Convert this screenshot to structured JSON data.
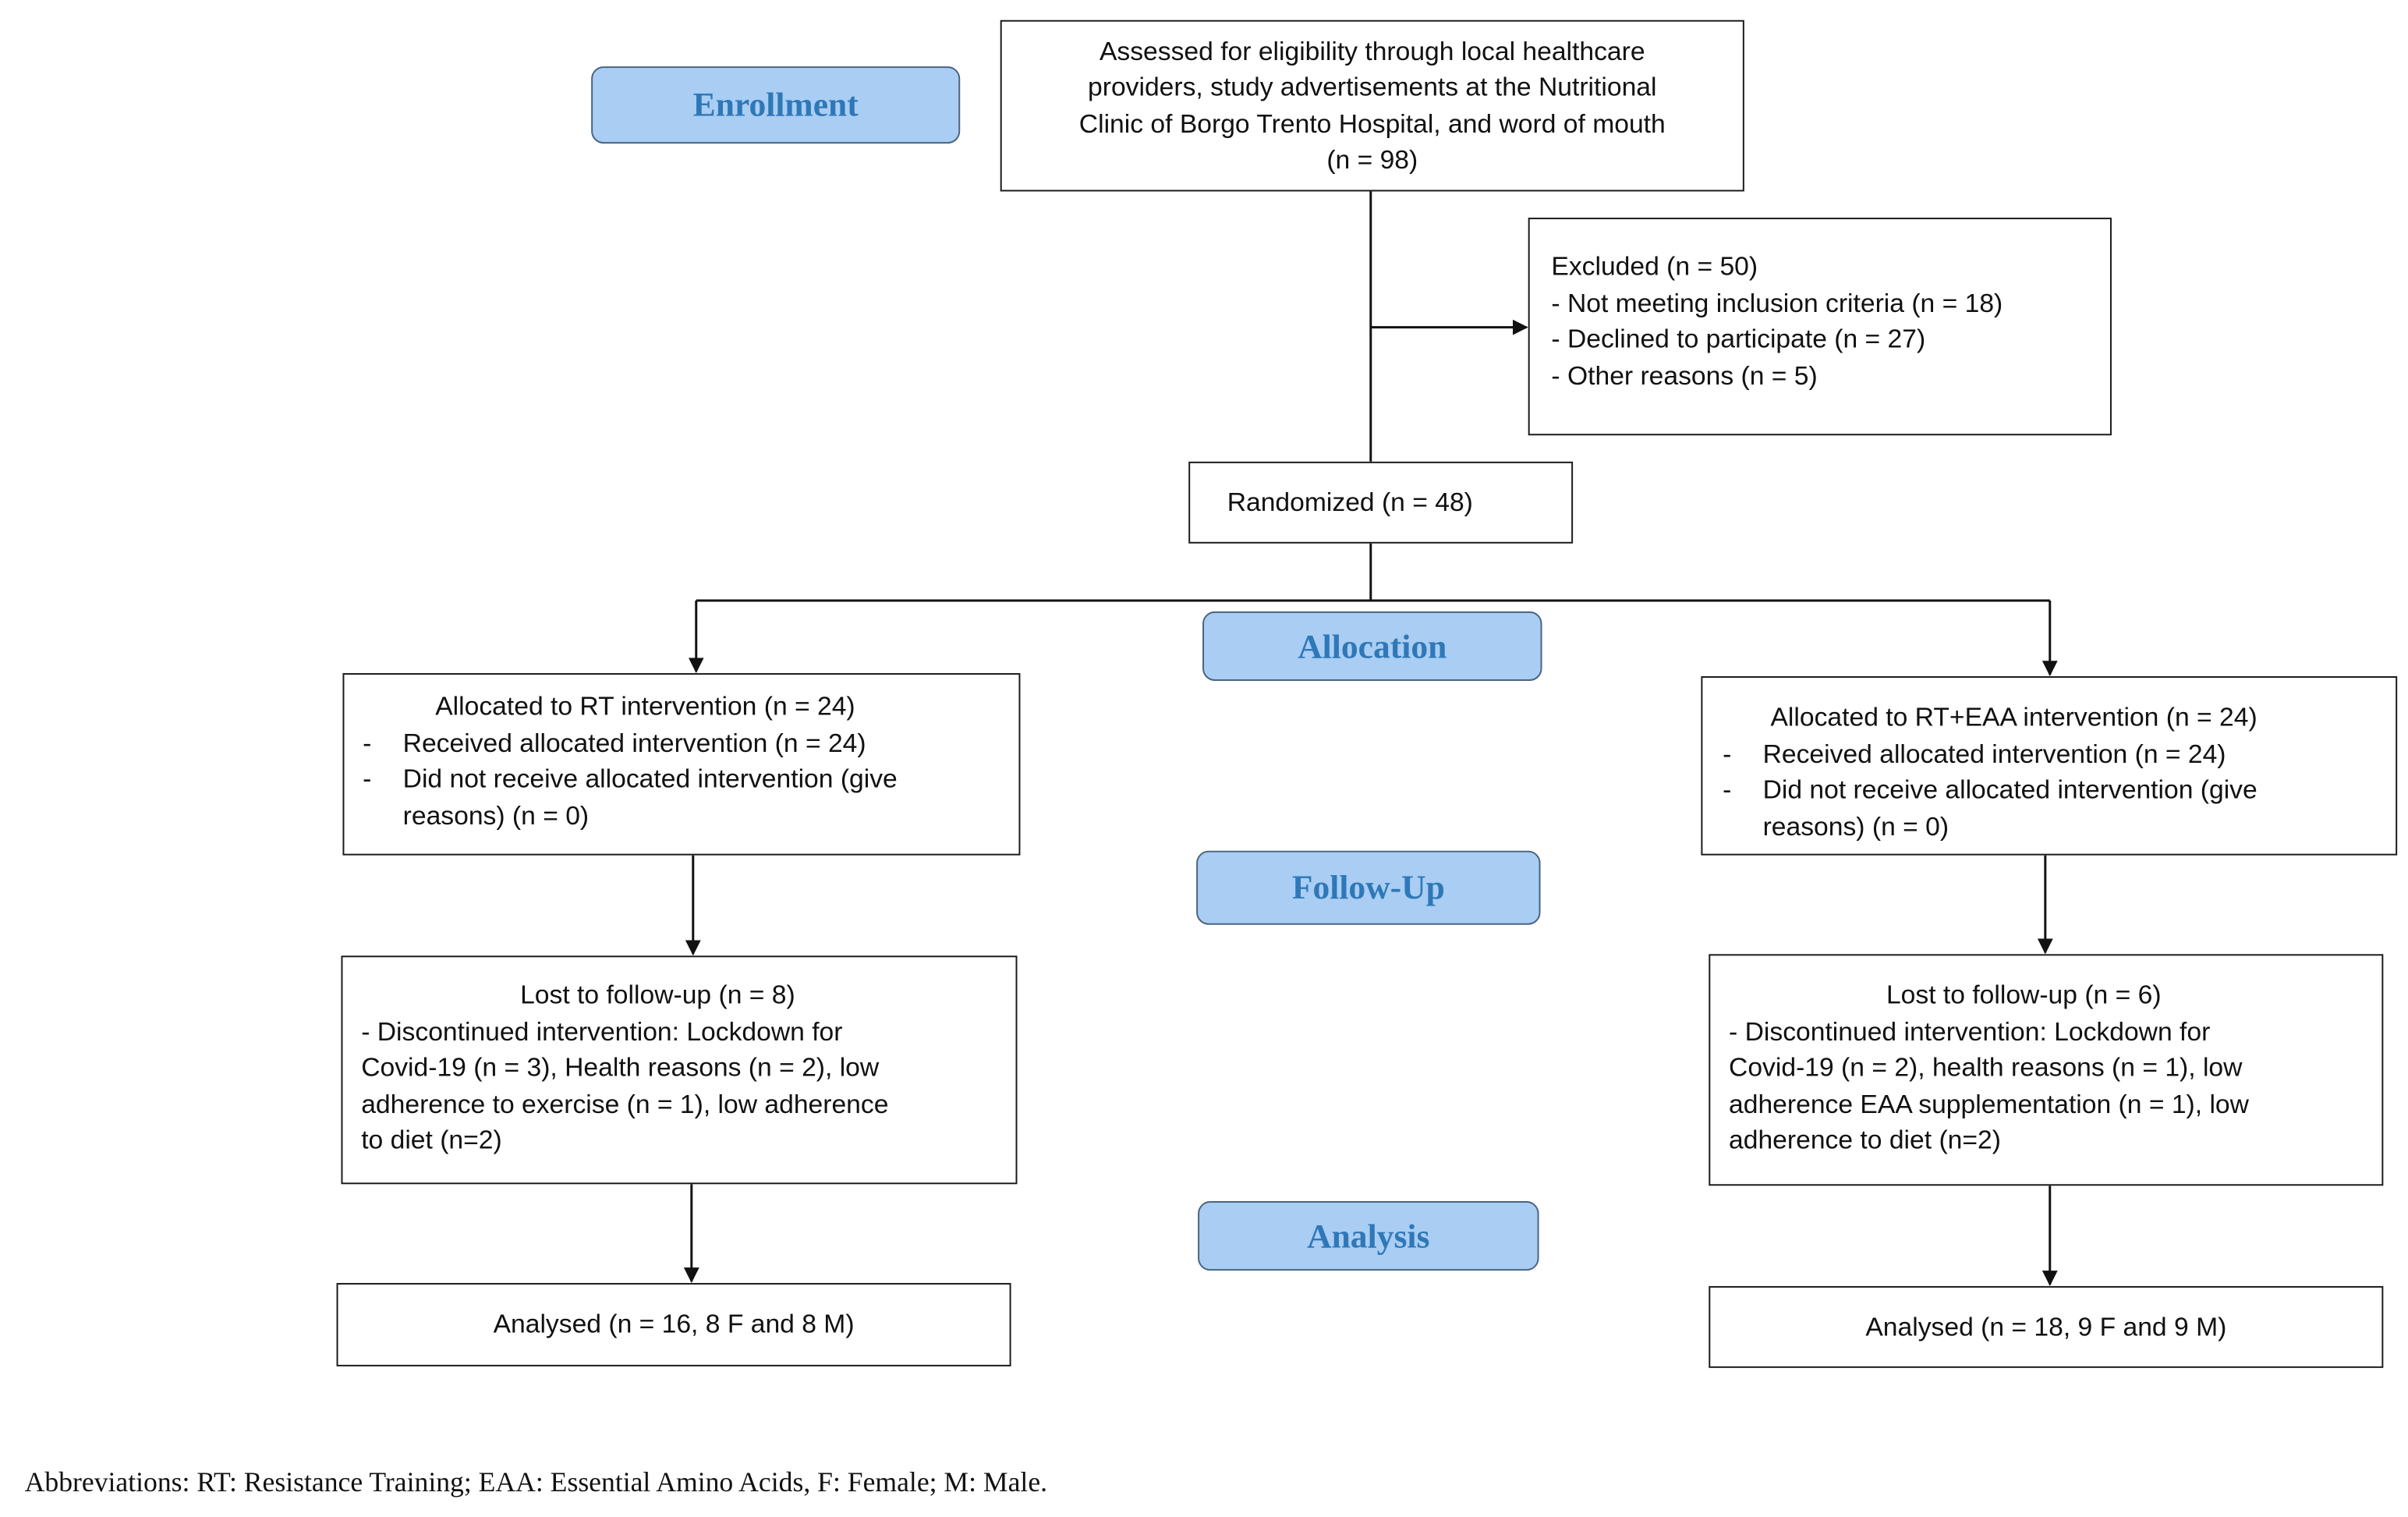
{
  "phases": {
    "enrollment": "Enrollment",
    "allocation": "Allocation",
    "followup": "Follow-Up",
    "analysis": "Analysis"
  },
  "assessed": {
    "lines": [
      "Assessed for eligibility through local healthcare",
      "providers, study advertisements at the Nutritional",
      "Clinic of Borgo Trento Hospital, and word of mouth",
      "(n = 98)"
    ]
  },
  "excluded": {
    "title": "Excluded  (n = 50)",
    "items": [
      "- Not meeting inclusion criteria (n = 18)",
      "- Declined to participate (n = 27)",
      "- Other reasons (n = 5)"
    ]
  },
  "randomized": "Randomized (n = 48)",
  "left_arm": {
    "allocated_title": "Allocated to RT intervention (n = 24)",
    "allocated_items": [
      {
        "dash": "-",
        "text": "Received allocated intervention (n = 24)"
      },
      {
        "dash": "-",
        "text": "Did not receive allocated intervention (give"
      },
      {
        "dash": "",
        "text": "reasons) (n = 0)"
      }
    ],
    "lost_title": "Lost to follow-up (n = 8)",
    "lost_lines": [
      "- Discontinued intervention: Lockdown for",
      "Covid-19 (n = 3), Health reasons (n = 2), low",
      "adherence to exercise (n = 1), low adherence",
      "to diet (n=2)"
    ],
    "analysed": "Analysed (n = 16, 8 F and 8 M)"
  },
  "right_arm": {
    "allocated_title": "Allocated to RT+EAA intervention (n = 24)",
    "allocated_items": [
      {
        "dash": "-",
        "text": "Received allocated intervention (n = 24)"
      },
      {
        "dash": "-",
        "text": "Did not receive allocated intervention (give"
      },
      {
        "dash": "",
        "text": "reasons) (n = 0)"
      }
    ],
    "lost_title": "Lost to follow-up (n = 6)",
    "lost_lines": [
      "- Discontinued intervention: Lockdown for",
      "Covid-19 (n = 2), health reasons (n = 1), low",
      "adherence EAA supplementation (n = 1), low",
      "adherence to diet (n=2)"
    ],
    "analysed": "Analysed  (n = 18, 9 F and 9 M)"
  },
  "footnote": "Abbreviations: RT: Resistance Training; EAA: Essential Amino Acids, F: Female; M: Male."
}
